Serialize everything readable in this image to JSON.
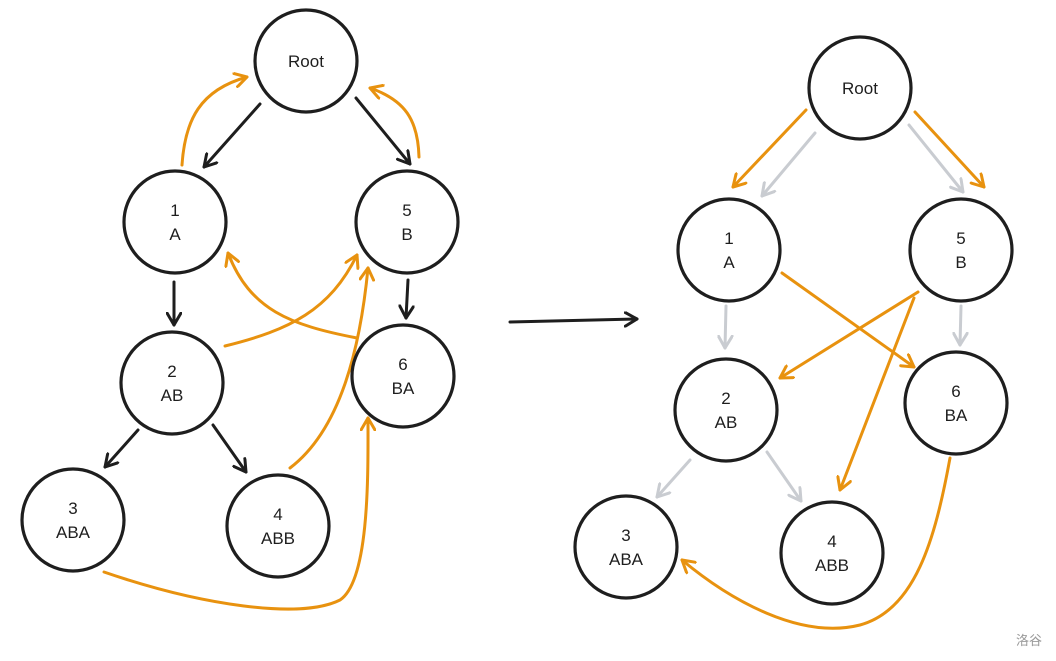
{
  "colors": {
    "dark": "#1e1e1e",
    "orange": "#e8920f",
    "gray": "#c9ccd1"
  },
  "trie_nodes": [
    {
      "id": "root",
      "label": "Root"
    },
    {
      "id": "n1",
      "num": "1",
      "str": "A"
    },
    {
      "id": "n5",
      "num": "5",
      "str": "B"
    },
    {
      "id": "n2",
      "num": "2",
      "str": "AB"
    },
    {
      "id": "n6",
      "num": "6",
      "str": "BA"
    },
    {
      "id": "n3",
      "num": "3",
      "str": "ABA"
    },
    {
      "id": "n4",
      "num": "4",
      "str": "ABB"
    }
  ],
  "trie_edges": [
    {
      "from": "root",
      "to": "n1"
    },
    {
      "from": "root",
      "to": "n5"
    },
    {
      "from": "n1",
      "to": "n2"
    },
    {
      "from": "n5",
      "to": "n6"
    },
    {
      "from": "n2",
      "to": "n3"
    },
    {
      "from": "n2",
      "to": "n4"
    }
  ],
  "fail_links_left": [
    {
      "from": "n1",
      "to": "root"
    },
    {
      "from": "n5",
      "to": "root"
    },
    {
      "from": "n2",
      "to": "n5"
    },
    {
      "from": "n6",
      "to": "n1"
    },
    {
      "from": "n4",
      "to": "n5"
    },
    {
      "from": "n3",
      "to": "n6"
    }
  ],
  "fail_links_right": [
    {
      "from": "root",
      "to": "n1"
    },
    {
      "from": "root",
      "to": "n5"
    },
    {
      "from": "n1",
      "to": "n6"
    },
    {
      "from": "n5",
      "to": "n2"
    },
    {
      "from": "n5",
      "to": "n4"
    },
    {
      "from": "n6",
      "to": "n3"
    }
  ],
  "watermark": "洛谷"
}
